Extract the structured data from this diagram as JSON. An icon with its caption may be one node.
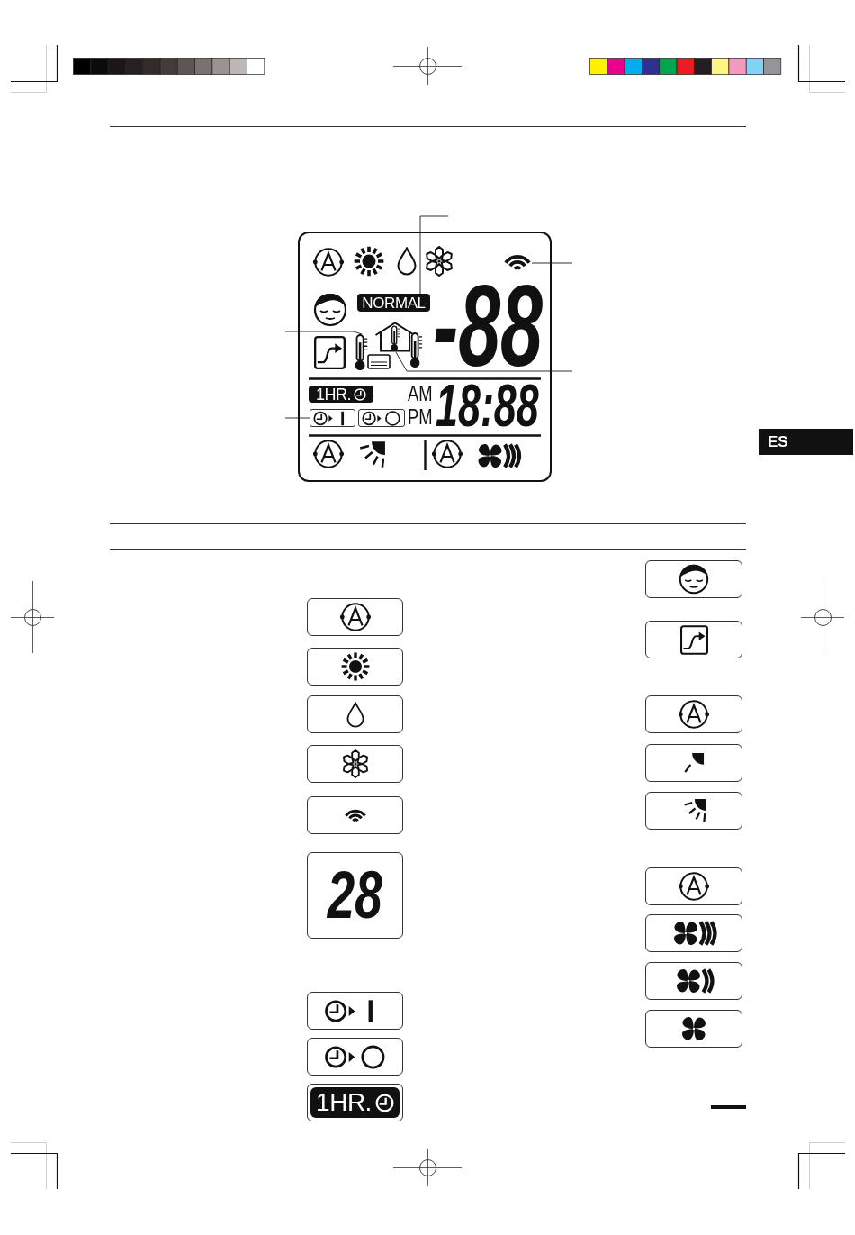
{
  "diagram": {
    "nodes": [
      {
        "text": [
          "-88",
          "AM",
          "PM",
          "18:88"
        ]
      },
      {
        "text": [],
        "shape": "picture",
        "in": 0
      },
      {
        "text": [
          "NORMAL"
        ],
        "in": 0
      },
      {
        "text": [],
        "shape": "picture",
        "in": 0
      },
      {
        "text": [],
        "shape": "picture",
        "in": 0
      },
      {
        "text": [
          "1HR."
        ],
        "in": 0
      },
      {
        "text": [],
        "shape": "box",
        "in": 0
      },
      {
        "text": [],
        "shape": "box",
        "in": 0
      },
      {
        "text": [
          "ES"
        ]
      },
      {
        "text": [],
        "shape": "box"
      },
      {
        "text": [],
        "shape": "box"
      },
      {
        "text": [],
        "shape": "box"
      },
      {
        "text": [],
        "shape": "box"
      },
      {
        "text": [],
        "shape": "box"
      },
      {
        "text": [
          "28"
        ]
      },
      {
        "text": [],
        "shape": "box"
      },
      {
        "text": [],
        "shape": "box"
      },
      {
        "text": [
          "1HR."
        ]
      },
      {
        "text": [],
        "shape": "box"
      },
      {
        "text": [],
        "shape": "box"
      },
      {
        "text": [],
        "shape": "box"
      },
      {
        "text": [],
        "shape": "box"
      },
      {
        "text": [],
        "shape": "box"
      },
      {
        "text": [],
        "shape": "box"
      },
      {
        "text": [],
        "shape": "box"
      },
      {
        "text": [],
        "shape": "box"
      },
      {
        "text": [],
        "shape": "box"
      }
    ],
    "edges": [
      {
        "from": null,
        "to": 2,
        "arrow": "none"
      },
      {
        "from": null,
        "to": 1,
        "arrow": "none"
      },
      {
        "from": null,
        "to": 3,
        "arrow": "none"
      },
      {
        "from": null,
        "to": 4,
        "arrow": "none"
      },
      {
        "from": null,
        "to": 6,
        "arrow": "none"
      }
    ]
  }
}
